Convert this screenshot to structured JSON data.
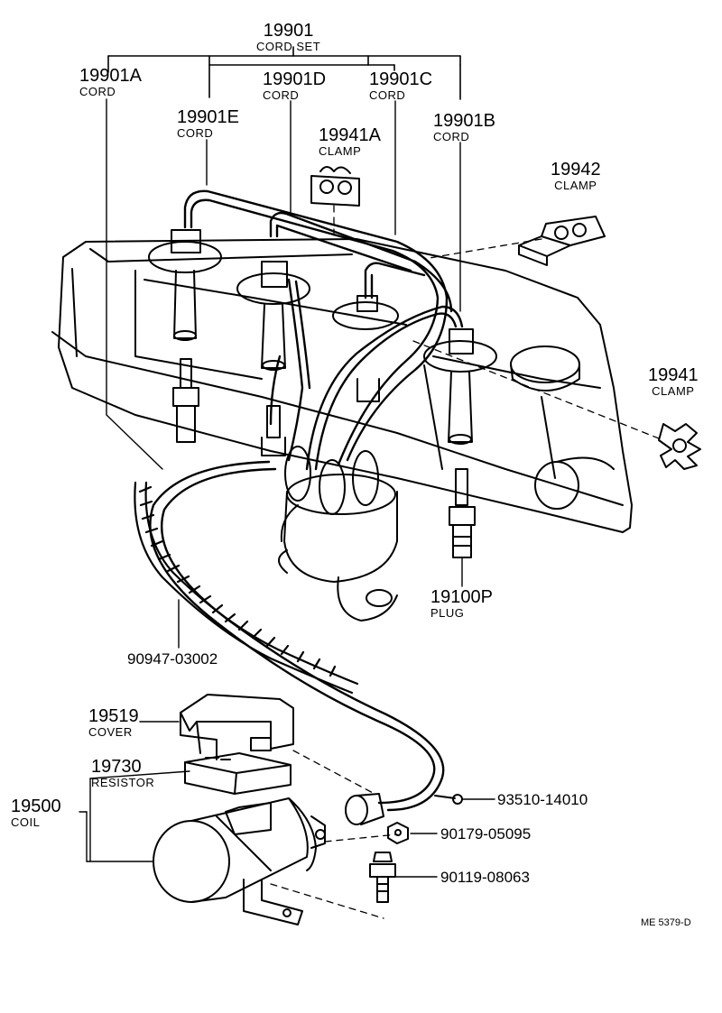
{
  "labels": {
    "cord_set": {
      "number": "19901",
      "name": "CORD SET"
    },
    "cord_a": {
      "number": "19901A",
      "name": "CORD"
    },
    "cord_d": {
      "number": "19901D",
      "name": "CORD"
    },
    "cord_c": {
      "number": "19901C",
      "name": "CORD"
    },
    "cord_e": {
      "number": "19901E",
      "name": "CORD"
    },
    "cord_b": {
      "number": "19901B",
      "name": "CORD"
    },
    "clamp_a": {
      "number": "19941A",
      "name": "CLAMP"
    },
    "clamp_42": {
      "number": "19942",
      "name": "CLAMP"
    },
    "clamp_41": {
      "number": "19941",
      "name": "CLAMP"
    },
    "plug": {
      "number": "19100P",
      "name": "PLUG"
    },
    "cover": {
      "number": "19519",
      "name": "COVER"
    },
    "resistor": {
      "number": "19730",
      "name": "RESISTOR"
    },
    "coil": {
      "number": "19500",
      "name": "COIL"
    }
  },
  "part_numbers": {
    "tube": "90947-03002",
    "screw": "93510-14010",
    "nut": "90179-05095",
    "bolt": "90119-08063"
  },
  "drawing_code": "ME 5379-D"
}
